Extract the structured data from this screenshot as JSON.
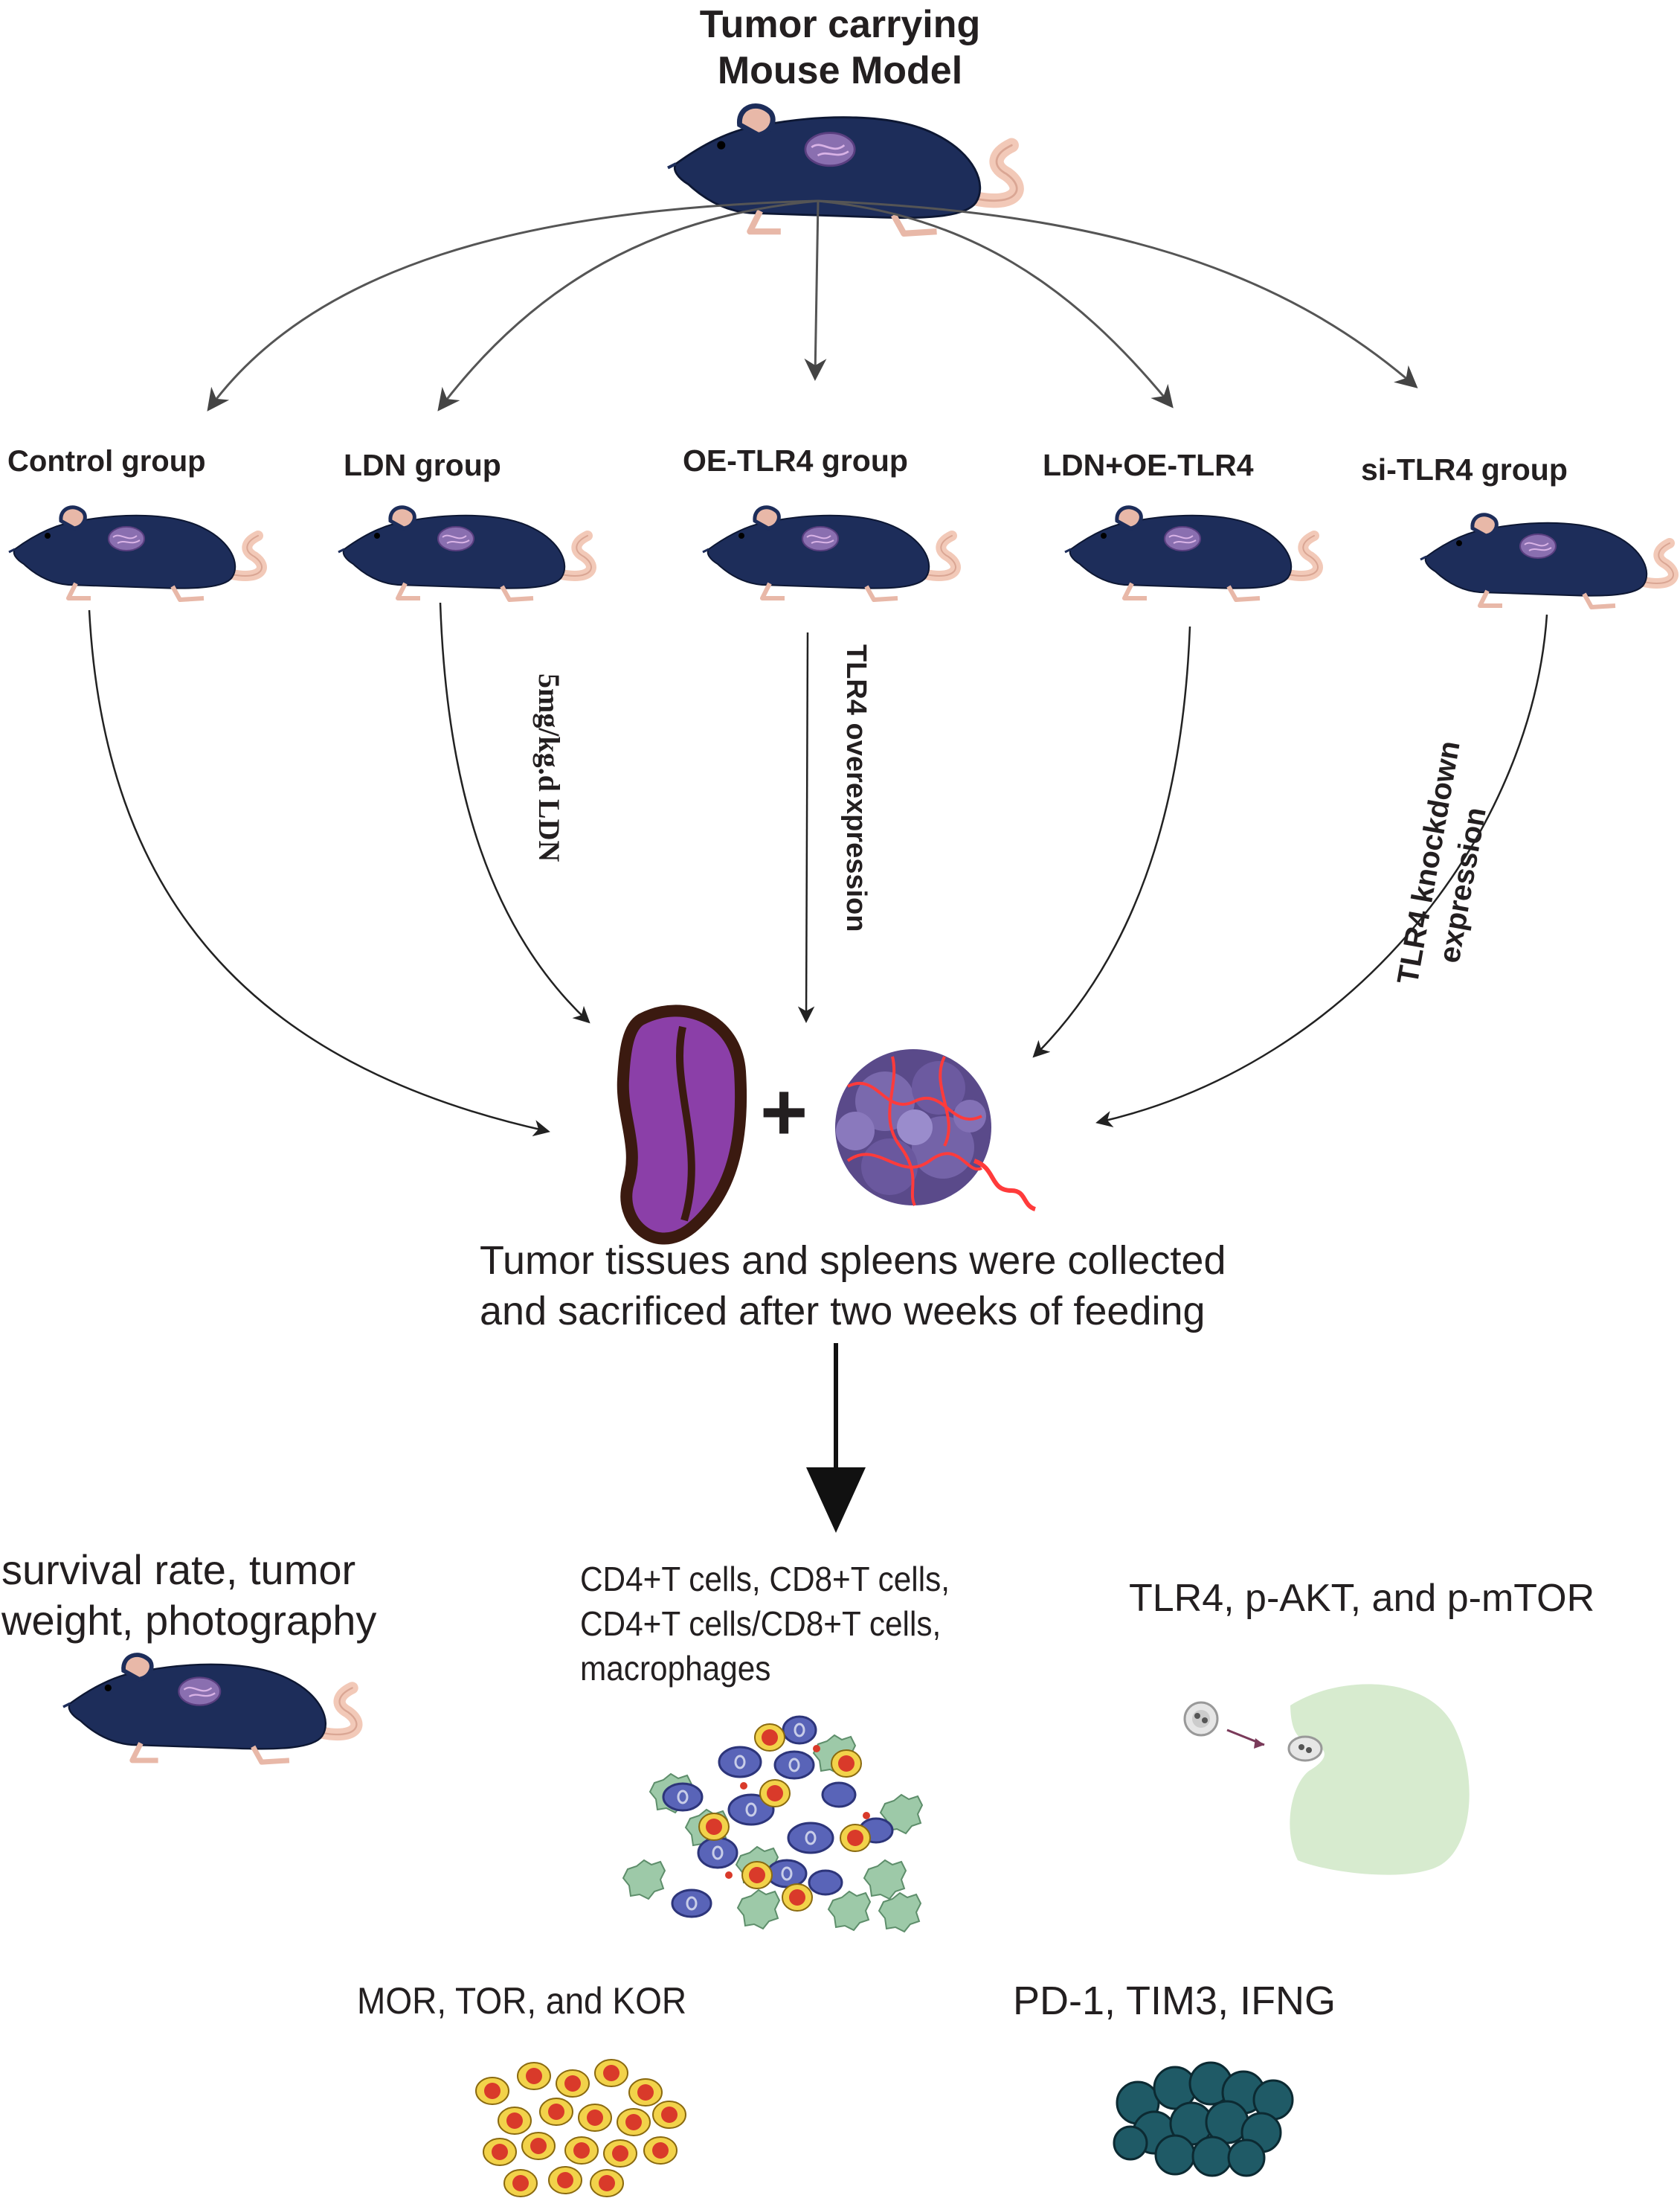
{
  "top": {
    "title_line1": "Tumor carrying",
    "title_line2": "Mouse Model"
  },
  "groups": [
    {
      "label": "Control group"
    },
    {
      "label": "LDN group"
    },
    {
      "label": "OE-TLR4 group"
    },
    {
      "label": "LDN+OE-TLR4"
    },
    {
      "label": "si-TLR4 group"
    }
  ],
  "treatments": {
    "ldn_dose": "5mg/kg.d LDN",
    "overexpression": "TLR4 overexpression",
    "knockdown_line1": "TLR4 knockdown",
    "knockdown_line2": "expression"
  },
  "plus_sign": "+",
  "collection": {
    "line1": "Tumor tissues and spleens were collected",
    "line2": "and sacrificed after two weeks of feeding"
  },
  "outcomes": {
    "survival_line1": "survival rate, tumor",
    "survival_line2": "weight, photography",
    "cells_line1": "CD4+T cells, CD8+T cells,",
    "cells_line2": "CD4+T cells/CD8+T cells,",
    "cells_line3": "macrophages",
    "signaling": "TLR4, p-AKT, and p-mTOR",
    "receptors": "MOR, TOR, and KOR",
    "checkpoints": "PD-1, TIM3, IFNG"
  },
  "colors": {
    "mouse_body": "#1d2d5a",
    "mouse_ear": "#e8b8a8",
    "tail": "#f2c9b8",
    "tumor": "#8a6fb0",
    "spleen_fill": "#8b3fa8",
    "spleen_outline": "#3b1a10",
    "cell_blue": "#5964b8",
    "cell_yellow": "#f2d24a",
    "cell_red": "#d93a2a",
    "macrophage_green": "#9dc9a8",
    "dark_teal": "#1f5a66",
    "light_green": "#d7ebcf",
    "arrow": "#555555"
  },
  "icons": [
    "mouse-icon",
    "spleen-icon",
    "tumor-icon",
    "cell-cluster-icon",
    "phagocytosis-icon"
  ]
}
